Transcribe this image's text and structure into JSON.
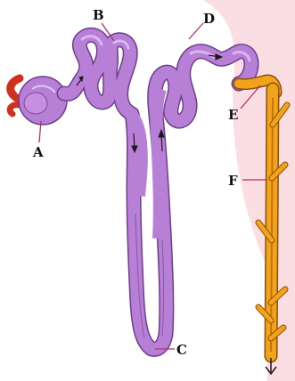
{
  "labels": {
    "a": "A",
    "b": "B",
    "c": "C",
    "d": "D",
    "e": "E",
    "f": "F"
  },
  "colors": {
    "tubule_fill": "#b77fd6",
    "tubule_stroke": "#6e3f8c",
    "tubule_highlight": "#d9b6ee",
    "duct_fill": "#f2a31c",
    "duct_stroke": "#8c4f06",
    "duct_core": "#c7720b",
    "vessel_red": "#d0311f",
    "bg_pink": "#fbdde4",
    "leader": "#b0306a",
    "arrow": "#1a1a1a"
  }
}
